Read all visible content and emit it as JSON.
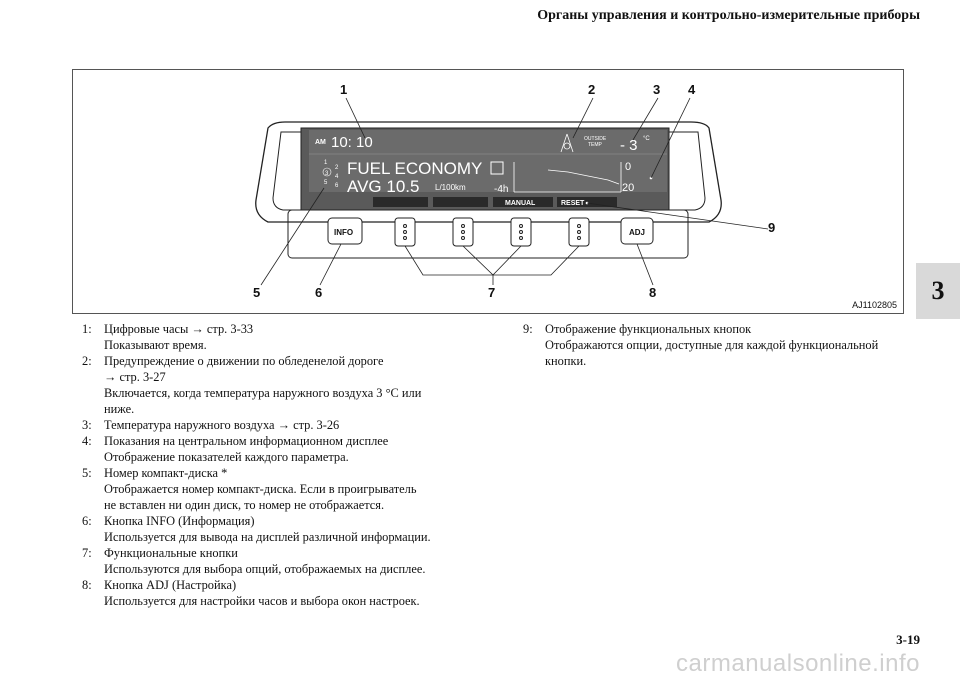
{
  "header": {
    "title": "Органы управления и контрольно-измерительные приборы"
  },
  "chapter_tab": "3",
  "figure": {
    "id": "AJ1102805",
    "callouts": [
      "1",
      "2",
      "3",
      "4",
      "5",
      "6",
      "7",
      "8",
      "9"
    ],
    "display": {
      "am": "AM",
      "clock": "10: 10",
      "outside_label_1": "OUTSIDE",
      "outside_label_2": "TEMP",
      "temperature": "- 3",
      "unit": "°C",
      "line1": "FUEL ECONOMY",
      "line2_prefix": "AVG 10.5",
      "line2_unit": "L/100km",
      "hours": "-4h",
      "scale_top": "0",
      "scale_bottom": "20",
      "manual": "MANUAL",
      "reset": "RESET",
      "disc_numbers": [
        "1",
        "2",
        "3",
        "4",
        "5",
        "6"
      ]
    },
    "buttons": {
      "info": "INFO",
      "adj": "ADJ"
    }
  },
  "descriptions_left": [
    {
      "num": "1:",
      "lines": [
        "Цифровые часы → стр. 3-33",
        "Показывают время."
      ]
    },
    {
      "num": "2:",
      "lines": [
        "Предупреждение о движении по обледенелой дороге",
        "→ стр. 3-27",
        "Включается, когда температура наружного воздуха 3 °C или",
        "ниже."
      ]
    },
    {
      "num": "3:",
      "lines": [
        "Температура наружного воздуха → стр. 3-26"
      ]
    },
    {
      "num": "4:",
      "lines": [
        "Показания на центральном информационном дисплее",
        "Отображение показателей каждого параметра."
      ]
    },
    {
      "num": "5:",
      "lines": [
        "Номер компакт-диска *",
        "Отображается номер компакт-диска. Если в проигрыватель",
        "не вставлен ни один диск, то номер не отображается."
      ]
    },
    {
      "num": "6:",
      "lines": [
        "Кнопка INFO (Информация)",
        "Используется для вывода на дисплей различной информации."
      ]
    },
    {
      "num": "7:",
      "lines": [
        "Функциональные кнопки",
        "Используются для выбора опций, отображаемых на дисплее."
      ]
    },
    {
      "num": "8:",
      "lines": [
        "Кнопка ADJ (Настройка)",
        "Используется для настройки часов и выбора окон настроек."
      ]
    }
  ],
  "descriptions_right": [
    {
      "num": "9:",
      "lines": [
        "Отображение функциональных кнопок",
        "Отображаются опции, доступные для каждой функциональной",
        "кнопки."
      ]
    }
  ],
  "page_number": "3-19",
  "watermark": "carmanualsonline.info"
}
